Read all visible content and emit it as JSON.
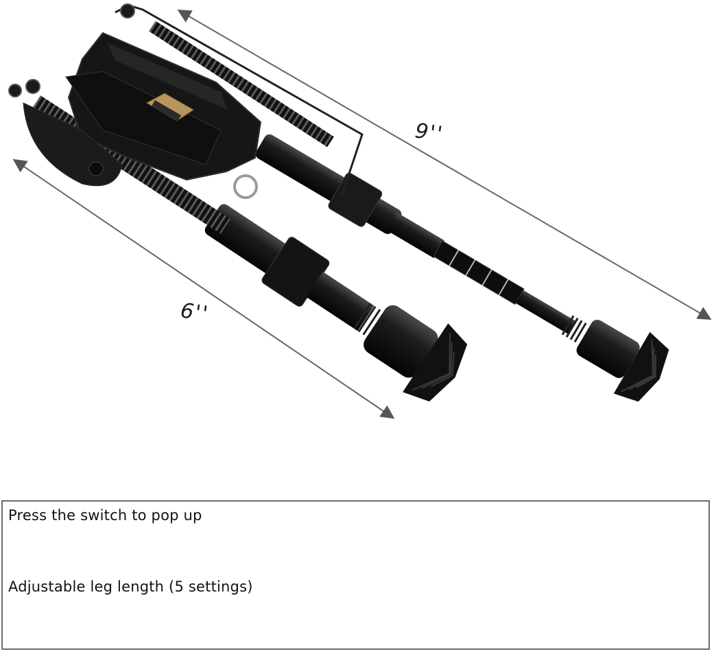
{
  "dimensions": {
    "long_leg_label": "9''",
    "short_leg_label": "6''"
  },
  "panel": {
    "caption_popup": "Press the switch to pop up",
    "caption_adjust": "Adjustable leg length (5 settings)"
  },
  "colors": {
    "metal": "#141414",
    "metal_highlight": "#3a3a3a",
    "brass": "#b8955a",
    "arrow": "#555555",
    "ghost": "#c4c4c4"
  },
  "product": "bipod"
}
